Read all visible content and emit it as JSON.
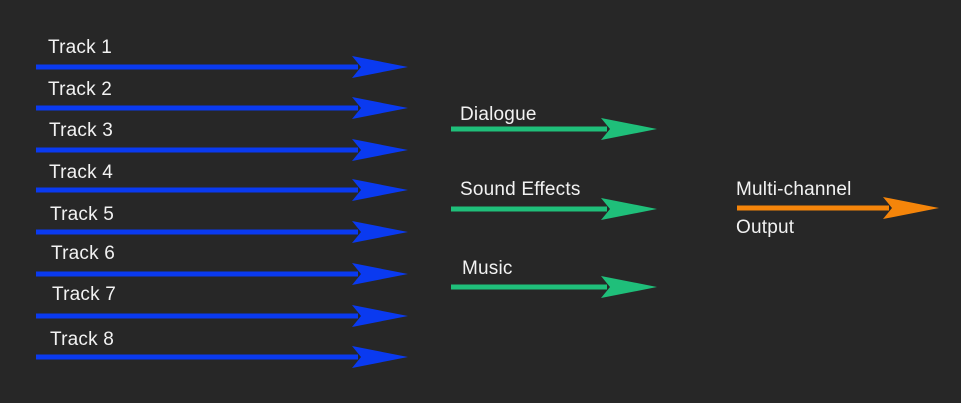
{
  "colors": {
    "background": "#272727",
    "tracks": "#0a3af0",
    "stems": "#1fbf7a",
    "output": "#f5850a",
    "text": "#f2f2f2"
  },
  "tracks": [
    {
      "label": "Track 1"
    },
    {
      "label": "Track 2"
    },
    {
      "label": "Track 3"
    },
    {
      "label": "Track 4"
    },
    {
      "label": "Track 5"
    },
    {
      "label": "Track 6"
    },
    {
      "label": "Track 7"
    },
    {
      "label": "Track 8"
    }
  ],
  "stems": [
    {
      "label": "Dialogue"
    },
    {
      "label": "Sound Effects"
    },
    {
      "label": "Music"
    }
  ],
  "output": {
    "label_line1": "Multi-channel",
    "label_line2": "Output"
  }
}
